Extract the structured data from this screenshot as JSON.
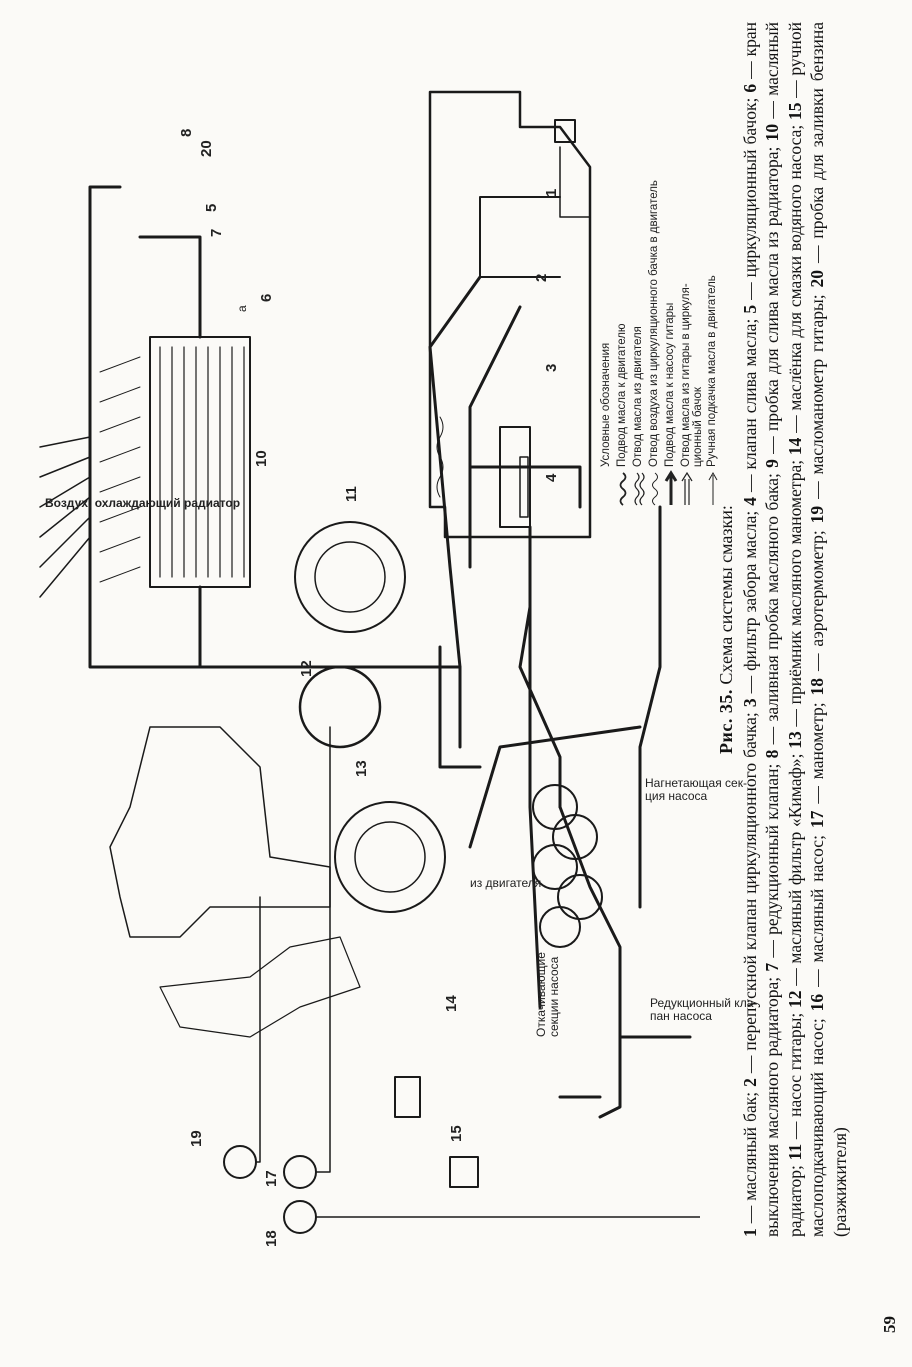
{
  "figure": {
    "number_label": "Рис. 35.",
    "title": "Схема системы смазки:",
    "caption_items": [
      {
        "num": "1",
        "text": "масляный бак;"
      },
      {
        "num": "2",
        "text": "перепускной клапан циркуляционного бачка;"
      },
      {
        "num": "3",
        "text": "фильтр забора масла;"
      },
      {
        "num": "4",
        "text": "клапан слива масла;"
      },
      {
        "num": "5",
        "text": "циркуляционный бачок;"
      },
      {
        "num": "6",
        "text": "кран выключения масляного радиатора;"
      },
      {
        "num": "7",
        "text": "редукционный клапан;"
      },
      {
        "num": "8",
        "text": "заливная пробка масляного бака;"
      },
      {
        "num": "9",
        "text": "пробка для слива масла из радиатора;"
      },
      {
        "num": "10",
        "text": "масляный радиатор;"
      },
      {
        "num": "11",
        "text": "насос гитары;"
      },
      {
        "num": "12",
        "text": "масляный фильтр «Кимаф»;"
      },
      {
        "num": "13",
        "text": "приёмник масляного манометра;"
      },
      {
        "num": "14",
        "text": "маслёнка для смазки водяного насоса;"
      },
      {
        "num": "15",
        "text": "ручной маслоподкачивающий насос;"
      },
      {
        "num": "16",
        "text": "масляный насос;"
      },
      {
        "num": "17",
        "text": "манометр;"
      },
      {
        "num": "18",
        "text": "аэротермометр;"
      },
      {
        "num": "19",
        "text": "масломанометр гитары;"
      },
      {
        "num": "20",
        "text": "пробка для заливки бензина (разжижителя)"
      }
    ]
  },
  "diagram": {
    "labels": {
      "air_radiator": "Воздух, охлаждающий радиатор",
      "pressure_section": "Нагнетающая сек-\nция насоса",
      "to_engine": "из двигателя",
      "suction_sections": "Откачивающие\nсекции насоса",
      "reduction_valve": "Редукционный кла-\nпан насоса",
      "small_a": "а"
    },
    "numbers": [
      "1",
      "2",
      "3",
      "4",
      "5",
      "6",
      "7",
      "8",
      "10",
      "11",
      "12",
      "13",
      "14",
      "15",
      "17",
      "18",
      "19",
      "20"
    ],
    "legend": {
      "title": "Условные обозначения",
      "items": [
        "Подвод масла к двигателю",
        "Отвод масла из двигателя",
        "Отвод воздуха из циркуляционного бачка в двигатель",
        "Подвод масла к насосу гитары",
        "Отвод масла из гитары в циркуля-\nционный бачок",
        "Ручная подкачка масла в двигатель"
      ]
    }
  },
  "page": {
    "number": "59"
  }
}
